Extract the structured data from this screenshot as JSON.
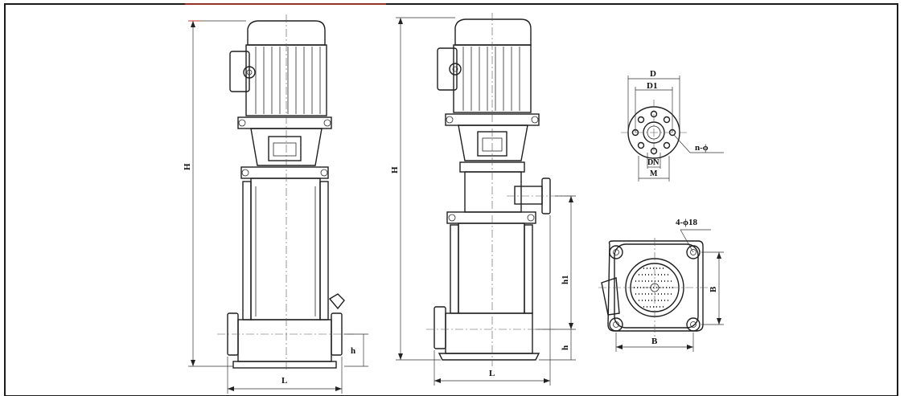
{
  "labels": {
    "front_height": "H",
    "front_width": "L",
    "front_base_height": "h",
    "side_height": "H",
    "side_outlet_height": "h1",
    "side_base_height": "h",
    "side_width": "L",
    "flange_outer_diameter": "D",
    "flange_bolt_circle": "D1",
    "flange_nominal_bore": "DN",
    "flange_thread": "M",
    "flange_holes": "n-ϕ",
    "base_bolt_holes": "4-ϕ18",
    "base_width_horizontal": "B",
    "base_width_vertical": "B"
  },
  "colors": {
    "border": "#1a1a1a",
    "line": "#1e1e1e",
    "accent_red": "#c0392b"
  }
}
